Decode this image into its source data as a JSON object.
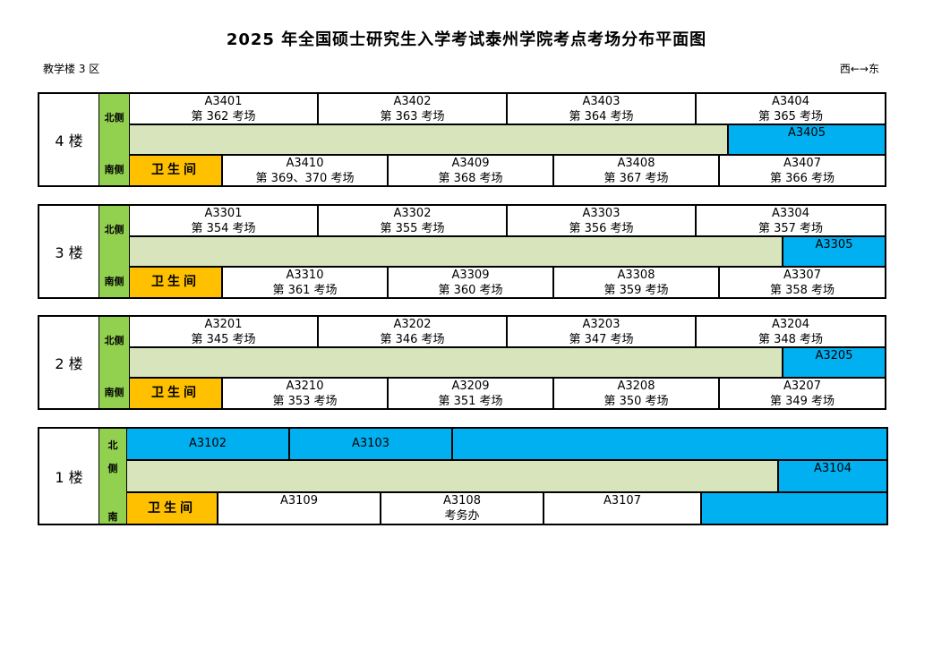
{
  "title": "2025 年全国硕士研究生入学考试泰州学院考点考场分布平面图",
  "building": "教学楼 3 区",
  "direction": "西←→东",
  "side_north": "北侧",
  "side_south": "南侧",
  "side_1f": [
    "北",
    "侧",
    "南"
  ],
  "restroom": "卫生间",
  "colors": {
    "blue": "#00b0f0",
    "green_side": "#92d050",
    "green_corridor": "#d8e4bc",
    "orange": "#ffc000"
  },
  "floors": [
    {
      "label": "4 楼",
      "north": [
        {
          "room": "A3401",
          "exam": "第 362 考场"
        },
        {
          "room": "A3402",
          "exam": "第 363 考场"
        },
        {
          "room": "A3403",
          "exam": "第 364 考场"
        },
        {
          "room": "A3404",
          "exam": "第 365 考场"
        }
      ],
      "mid_room": "A3405",
      "south": [
        {
          "room": "A3410",
          "exam": "第 369、370 考场"
        },
        {
          "room": "A3409",
          "exam": "第 368 考场"
        },
        {
          "room": "A3408",
          "exam": "第 367 考场"
        },
        {
          "room": "A3407",
          "exam": "第 366 考场"
        }
      ]
    },
    {
      "label": "3 楼",
      "north": [
        {
          "room": "A3301",
          "exam": "第 354 考场"
        },
        {
          "room": "A3302",
          "exam": "第 355 考场"
        },
        {
          "room": "A3303",
          "exam": "第 356 考场"
        },
        {
          "room": "A3304",
          "exam": "第 357 考场"
        }
      ],
      "mid_room": "A3305",
      "south": [
        {
          "room": "A3310",
          "exam": "第 361 考场"
        },
        {
          "room": "A3309",
          "exam": "第 360 考场"
        },
        {
          "room": "A3308",
          "exam": "第 359 考场"
        },
        {
          "room": "A3307",
          "exam": "第 358 考场"
        }
      ]
    },
    {
      "label": "2 楼",
      "north": [
        {
          "room": "A3201",
          "exam": "第 345 考场"
        },
        {
          "room": "A3202",
          "exam": "第 346 考场"
        },
        {
          "room": "A3203",
          "exam": "第 347 考场"
        },
        {
          "room": "A3204",
          "exam": "第 348 考场"
        }
      ],
      "mid_room": "A3205",
      "south": [
        {
          "room": "A3210",
          "exam": "第 353 考场"
        },
        {
          "room": "A3209",
          "exam": "第 351 考场"
        },
        {
          "room": "A3208",
          "exam": "第 350 考场"
        },
        {
          "room": "A3207",
          "exam": "第 349 考场"
        }
      ]
    },
    {
      "label": "1 楼",
      "north": [
        {
          "room": "A3102"
        },
        {
          "room": "A3103"
        },
        {
          "room": ""
        }
      ],
      "mid_room": "A3104",
      "south": [
        {
          "room": "A3109",
          "exam": ""
        },
        {
          "room": "A3108",
          "exam": "考务办"
        },
        {
          "room": "A3107",
          "exam": ""
        },
        {
          "room": "",
          "exam": ""
        }
      ]
    }
  ]
}
